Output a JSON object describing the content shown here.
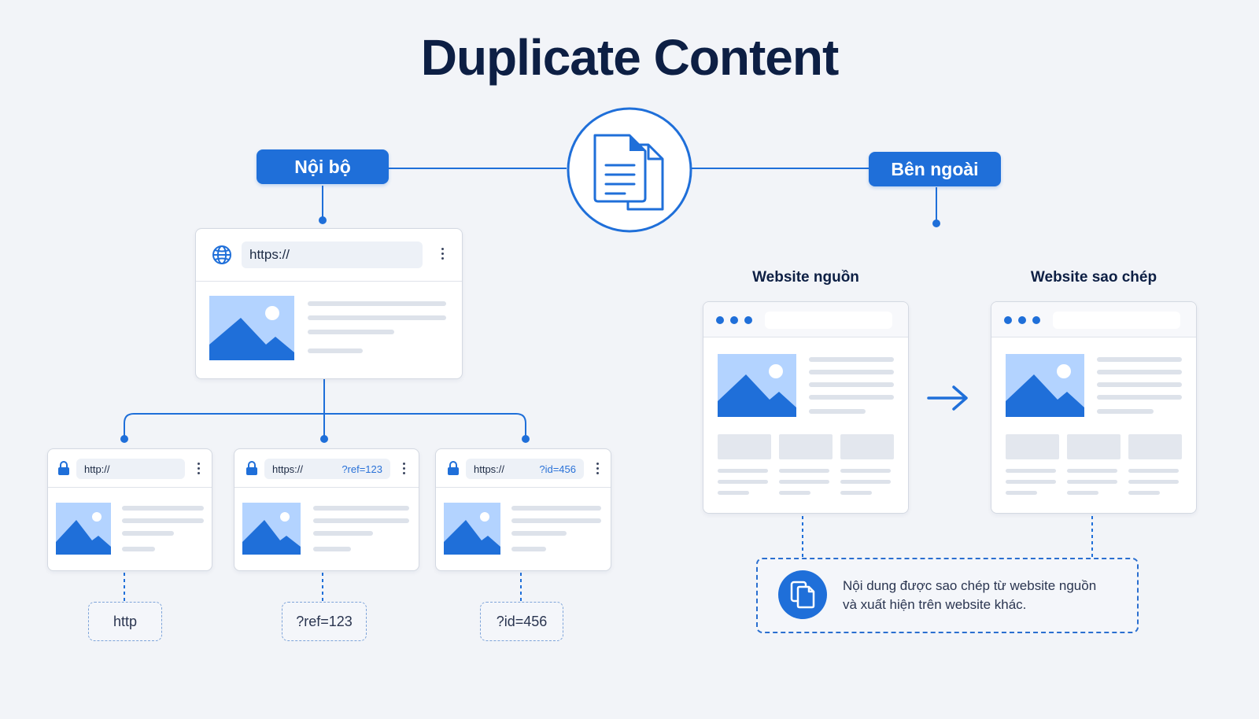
{
  "title": "Duplicate Content",
  "internal": {
    "label": "Nội bộ",
    "main_url": "https://",
    "variants": [
      {
        "url": "http://",
        "param": "",
        "tag": "http"
      },
      {
        "url": "https://",
        "param": "?ref=123",
        "tag": "?ref=123"
      },
      {
        "url": "https://",
        "param": "?id=456",
        "tag": "?id=456"
      }
    ]
  },
  "external": {
    "label": "Bên ngoài",
    "source_caption": "Website nguồn",
    "copy_caption": "Website sao chép",
    "note_line1": "Nội dung được sao chép từ website nguồn",
    "note_line2": "và xuất hiện trên website khác."
  },
  "colors": {
    "accent": "#1f6fd9",
    "title": "#0d1f44",
    "background": "#f2f4f8",
    "image_fill": "#b3d3ff"
  },
  "icons": [
    "duplicate-document-icon",
    "globe-icon",
    "lock-icon",
    "copy-icon",
    "arrow-right-icon",
    "image-placeholder-icon"
  ]
}
